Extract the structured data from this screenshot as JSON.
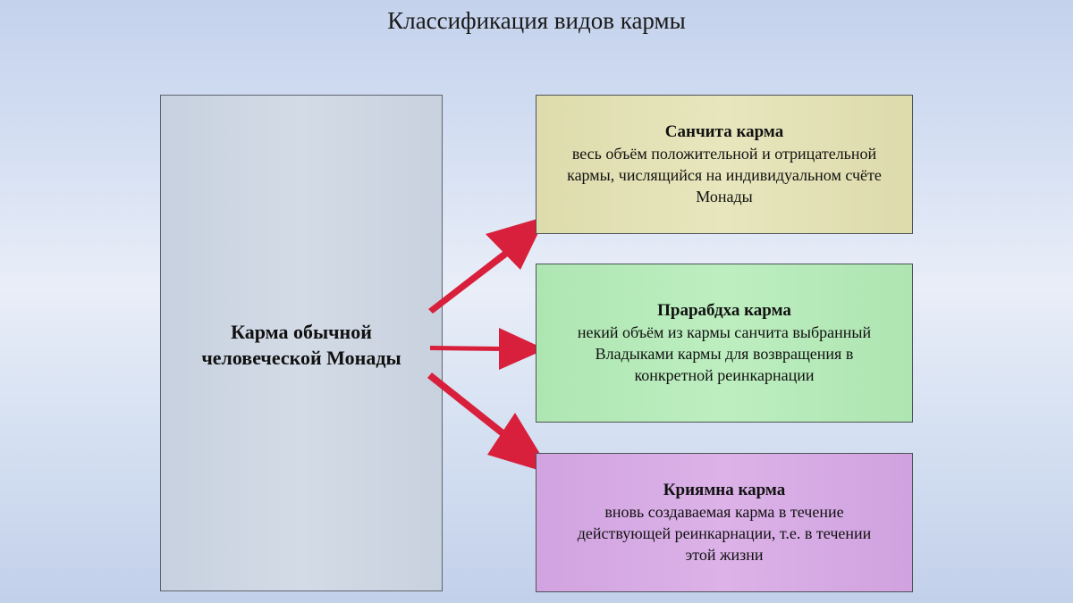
{
  "title": "Классификация видов кармы",
  "source": {
    "label": "Карма обычной человеческой Монады"
  },
  "types": [
    {
      "name": "Санчита карма",
      "lines": [
        "весь объём положительной и отрицательной",
        "кармы, числящийся на индивидуальном счёте",
        "Монады"
      ],
      "color": "#e3e2b5"
    },
    {
      "name": "Прарабдха карма",
      "lines": [
        "некий объём из кармы санчита выбранный",
        "Владыками кармы для возвращения в",
        "конкретной реинкарнации"
      ],
      "color": "#b8ebbb"
    },
    {
      "name": "Криямна карма",
      "lines": [
        "вновь создаваемая карма в течение",
        "действующей реинкарнации, т.е. в течении",
        "этой жизни"
      ],
      "color": "#d7abe4"
    }
  ],
  "colors": {
    "arrow": "#d8203c",
    "border": "#4e5358"
  }
}
